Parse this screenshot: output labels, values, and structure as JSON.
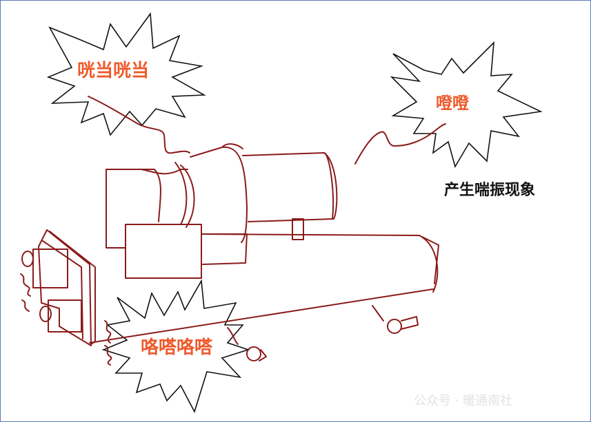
{
  "labels": {
    "top_left_burst": "咣当咣当",
    "top_right_burst": "噔噔",
    "bottom_burst": "咯嗒咯嗒",
    "caption": "产生喘振现象"
  },
  "watermark": {
    "text": "公众号 · 暖通南社"
  },
  "colors": {
    "line": "#8b1a1a",
    "label": "#ef5a2b",
    "border": "#5b7bb5"
  }
}
